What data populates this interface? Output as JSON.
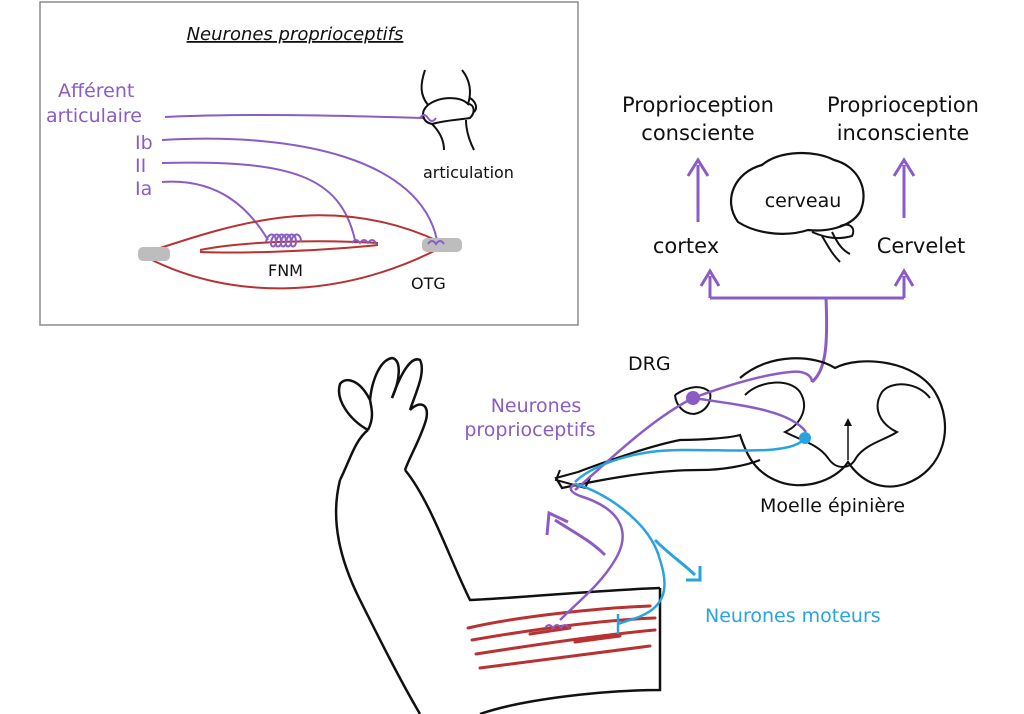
{
  "inset": {
    "title": "Neurones proprioceptifs",
    "fibers": {
      "articular_line1": "Afférent",
      "articular_line2": "articulaire",
      "ib": "Ib",
      "ii": "II",
      "ia": "Ia"
    },
    "articulation": "articulation",
    "fnm": "FNM",
    "otg": "OTG"
  },
  "main": {
    "conscious_line1": "Proprioception",
    "conscious_line2": "consciente",
    "unconscious_line1": "Proprioception",
    "unconscious_line2": "inconsciente",
    "cerveau": "cerveau",
    "cortex": "cortex",
    "cervelet": "Cervelet",
    "drg": "DRG",
    "proprio_line1": "Neurones",
    "proprio_line2": "proprioceptifs",
    "moelle": "Moelle épinière",
    "moteurs": "Neurones moteurs"
  },
  "colors": {
    "purple": "#8a5cc4",
    "blue": "#29a3e0",
    "muscle_red": "#b83232",
    "ink": "#111111",
    "tendon_gray": "#bdbdbd"
  }
}
